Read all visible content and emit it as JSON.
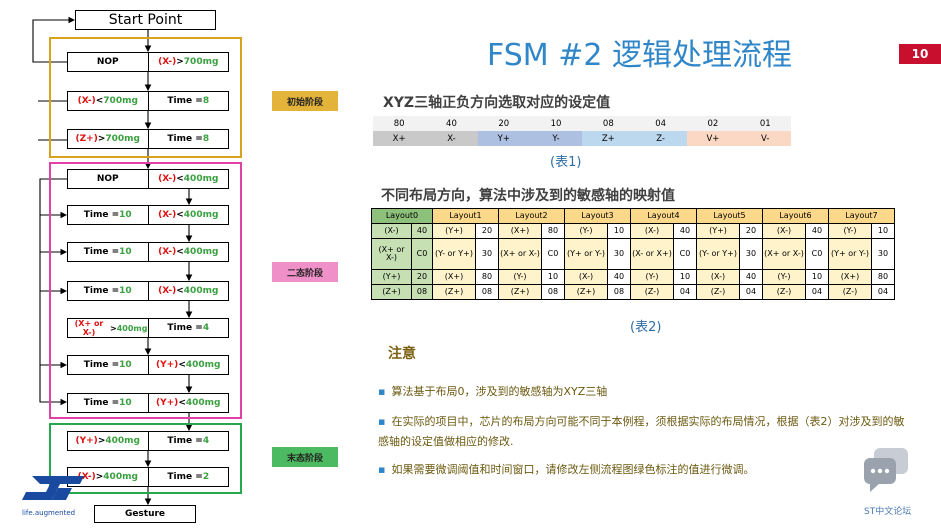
{
  "flowchart": {
    "start": "Start Point",
    "end": "Gesture",
    "rows": [
      {
        "cells": [
          {
            "text": "NOP",
            "color": ""
          },
          {
            "parts": [
              {
                "t": "(X-)",
                "c": "red"
              },
              {
                "t": " > ",
                "c": ""
              },
              {
                "t": "700mg",
                "c": "grn"
              }
            ]
          }
        ]
      },
      {
        "cells": [
          {
            "parts": [
              {
                "t": "(X-)",
                "c": "red"
              },
              {
                "t": " < ",
                "c": ""
              },
              {
                "t": "700mg",
                "c": "grn"
              }
            ]
          },
          {
            "parts": [
              {
                "t": "Time = ",
                "c": ""
              },
              {
                "t": "8",
                "c": "grn"
              }
            ]
          }
        ]
      },
      {
        "cells": [
          {
            "parts": [
              {
                "t": "(Z+)",
                "c": "red"
              },
              {
                "t": " > ",
                "c": ""
              },
              {
                "t": "700mg",
                "c": "grn"
              }
            ]
          },
          {
            "parts": [
              {
                "t": "Time = ",
                "c": ""
              },
              {
                "t": "8",
                "c": "grn"
              }
            ]
          }
        ]
      },
      {
        "cells": [
          {
            "text": "NOP",
            "color": ""
          },
          {
            "parts": [
              {
                "t": "(X-)",
                "c": "red"
              },
              {
                "t": " < ",
                "c": ""
              },
              {
                "t": "400mg",
                "c": "grn"
              }
            ]
          }
        ]
      },
      {
        "cells": [
          {
            "parts": [
              {
                "t": "Time = ",
                "c": ""
              },
              {
                "t": "10",
                "c": "grn"
              }
            ]
          },
          {
            "parts": [
              {
                "t": "(X-)",
                "c": "red"
              },
              {
                "t": " < ",
                "c": ""
              },
              {
                "t": "400mg",
                "c": "grn"
              }
            ]
          }
        ]
      },
      {
        "cells": [
          {
            "parts": [
              {
                "t": "Time = ",
                "c": ""
              },
              {
                "t": "10",
                "c": "grn"
              }
            ]
          },
          {
            "parts": [
              {
                "t": "(X-)",
                "c": "red"
              },
              {
                "t": " < ",
                "c": ""
              },
              {
                "t": "400mg",
                "c": "grn"
              }
            ]
          }
        ]
      },
      {
        "cells": [
          {
            "parts": [
              {
                "t": "Time = ",
                "c": ""
              },
              {
                "t": "10",
                "c": "grn"
              }
            ]
          },
          {
            "parts": [
              {
                "t": "(X-)",
                "c": "red"
              },
              {
                "t": " < ",
                "c": ""
              },
              {
                "t": "400mg",
                "c": "grn"
              }
            ]
          }
        ]
      },
      {
        "cells": [
          {
            "parts": [
              {
                "t": "(X+ or X-)",
                "c": "red"
              },
              {
                "t": " > ",
                "c": ""
              },
              {
                "t": "400mg",
                "c": "grn"
              }
            ]
          },
          {
            "parts": [
              {
                "t": "Time = ",
                "c": ""
              },
              {
                "t": "4",
                "c": "grn"
              }
            ]
          }
        ]
      },
      {
        "cells": [
          {
            "parts": [
              {
                "t": "Time = ",
                "c": ""
              },
              {
                "t": "10",
                "c": "grn"
              }
            ]
          },
          {
            "parts": [
              {
                "t": "(Y+)",
                "c": "red"
              },
              {
                "t": " < ",
                "c": ""
              },
              {
                "t": "400mg",
                "c": "grn"
              }
            ]
          }
        ]
      },
      {
        "cells": [
          {
            "parts": [
              {
                "t": "Time = ",
                "c": ""
              },
              {
                "t": "10",
                "c": "grn"
              }
            ]
          },
          {
            "parts": [
              {
                "t": "(Y+)",
                "c": "red"
              },
              {
                "t": " < ",
                "c": ""
              },
              {
                "t": "400mg",
                "c": "grn"
              }
            ]
          }
        ]
      },
      {
        "cells": [
          {
            "parts": [
              {
                "t": "(Y+)",
                "c": "red"
              },
              {
                "t": " > ",
                "c": ""
              },
              {
                "t": "400mg",
                "c": "grn"
              }
            ]
          },
          {
            "parts": [
              {
                "t": "Time = ",
                "c": ""
              },
              {
                "t": "4",
                "c": "grn"
              }
            ]
          }
        ]
      },
      {
        "cells": [
          {
            "parts": [
              {
                "t": "(X-)",
                "c": "red"
              },
              {
                "t": " > ",
                "c": ""
              },
              {
                "t": "400mg",
                "c": "grn"
              }
            ]
          },
          {
            "parts": [
              {
                "t": "Time = ",
                "c": ""
              },
              {
                "t": "2",
                "c": "grn"
              }
            ]
          }
        ]
      }
    ],
    "stages": [
      {
        "label": "初始阶段",
        "color": "#d8a21c"
      },
      {
        "label": "二态阶段",
        "color": "#e040a8"
      },
      {
        "label": "末态阶段",
        "color": "#27a84a"
      }
    ]
  },
  "logo": {
    "brand": "ST",
    "tagline": "life.augmented"
  },
  "title": "FSM #2 逻辑处理流程",
  "page_number": "10",
  "table1": {
    "heading": "XYZ三轴正负方向选取对应的设定值",
    "values": [
      "80",
      "40",
      "20",
      "10",
      "08",
      "04",
      "02",
      "01"
    ],
    "axes": [
      "X+",
      "X-",
      "Y+",
      "Y-",
      "Z+",
      "Z-",
      "V+",
      "V-"
    ],
    "axis_colors": [
      "#c9c9c9",
      "#c9c9c9",
      "#aec0e2",
      "#aec0e2",
      "#bcd8ef",
      "#bcd8ef",
      "#fbd8c4",
      "#fbd8c4"
    ],
    "caption": "(表1)"
  },
  "table2": {
    "heading": "不同布局方向，算法中涉及到的敏感轴的映射值",
    "headers": [
      "Layout0",
      "Layout1",
      "Layout2",
      "Layout3",
      "Layout4",
      "Layout5",
      "Layout6",
      "Layout7"
    ],
    "rows": [
      [
        "(X-)",
        "40",
        "(Y+)",
        "20",
        "(X+)",
        "80",
        "(Y-)",
        "10",
        "(X-)",
        "40",
        "(Y+)",
        "20",
        "(X-)",
        "40",
        "(Y-)",
        "10"
      ],
      [
        "(X+ or X-)",
        "C0",
        "(Y- or Y+)",
        "30",
        "(X+ or X-)",
        "C0",
        "(Y+ or Y-)",
        "30",
        "(X- or X+)",
        "C0",
        "(Y- or Y+)",
        "30",
        "(X+ or X-)",
        "C0",
        "(Y+ or Y-)",
        "30"
      ],
      [
        "(Y+)",
        "20",
        "(X+)",
        "80",
        "(Y-)",
        "10",
        "(X-)",
        "40",
        "(Y-)",
        "10",
        "(X-)",
        "40",
        "(Y-)",
        "10",
        "(X+)",
        "80"
      ],
      [
        "(Z+)",
        "08",
        "(Z+)",
        "08",
        "(Z+)",
        "08",
        "(Z+)",
        "08",
        "(Z-)",
        "04",
        "(Z-)",
        "04",
        "(Z-)",
        "04",
        "(Z-)",
        "04"
      ]
    ],
    "caption": "(表2)"
  },
  "notes": {
    "title": "注意",
    "items": [
      "算法基于布局0，涉及到的敏感轴为XYZ三轴",
      "在实际的项目中，芯片的布局方向可能不同于本例程，须根据实际的布局情况，根据（表2）对涉及到的敏感轴的设定值做相应的修改.",
      "如果需要微调阈值和时间窗口，请修改左侧流程图绿色标注的值进行微调。"
    ]
  },
  "forum": {
    "label": "ST中文论坛",
    "icon": "chat-bubble-icon"
  }
}
